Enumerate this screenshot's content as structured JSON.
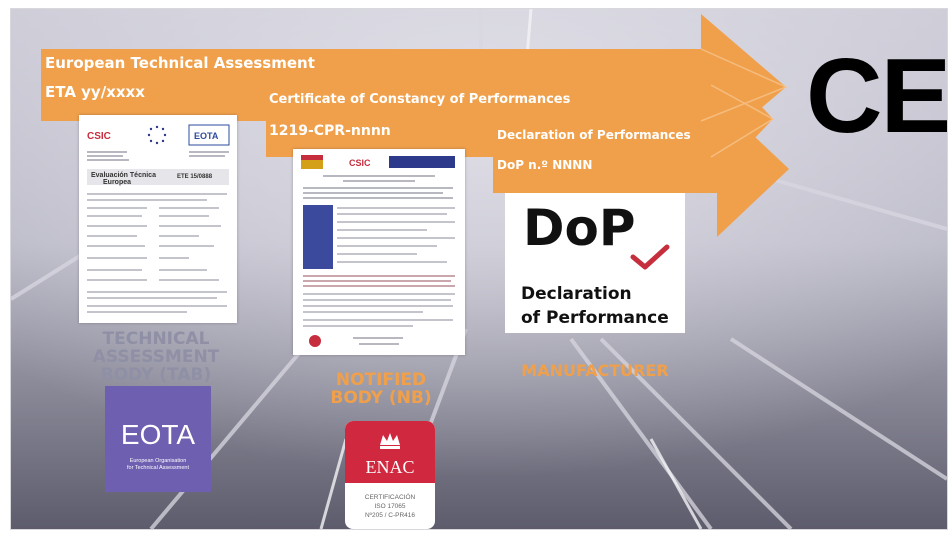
{
  "arrows": {
    "eta": {
      "line1": "European Technical Assessment",
      "line2": "ETA  yy/xxxx"
    },
    "ccp": {
      "line1": "Certificate of Constancy of Performances",
      "line2": "1219-CPR-nnnn"
    },
    "dop": {
      "line1": "Declaration of Performances",
      "line2": "DoP n.º NNNN"
    }
  },
  "ce_mark": "CE",
  "tab": {
    "caption": [
      "TECHNICAL",
      "ASSESSMENT",
      "BODY (TAB)"
    ],
    "doc_logo": "CSIC",
    "doc_eota": "EOTA",
    "doc_title": [
      "Evaluación Técnica",
      "Europea"
    ],
    "doc_ref": "ETE 15/0888",
    "logo_text": "EOTA",
    "logo_sub": [
      "European Organisation",
      "for Technical Assessment"
    ]
  },
  "nb": {
    "caption": [
      "NOTIFIED",
      "BODY (NB)"
    ],
    "doc_logo": "CSIC",
    "enac_name": "ENAC",
    "enac_cert": [
      "CERTIFICACIÓN",
      "ISO 17065",
      "Nº205 / C-PR416"
    ]
  },
  "manufacturer": {
    "caption": "MANUFACTURER",
    "dop_big": "DoP",
    "dop_line1": "Declaration",
    "dop_line2": "of Performance"
  },
  "colors": {
    "arrow": "#f0a04b",
    "caption_tab": "#8f8fa6",
    "caption_orange": "#f0a04b",
    "eota_purple": "#6e5fb0",
    "enac_red": "#d0283e",
    "check_red": "#c62d3d"
  }
}
